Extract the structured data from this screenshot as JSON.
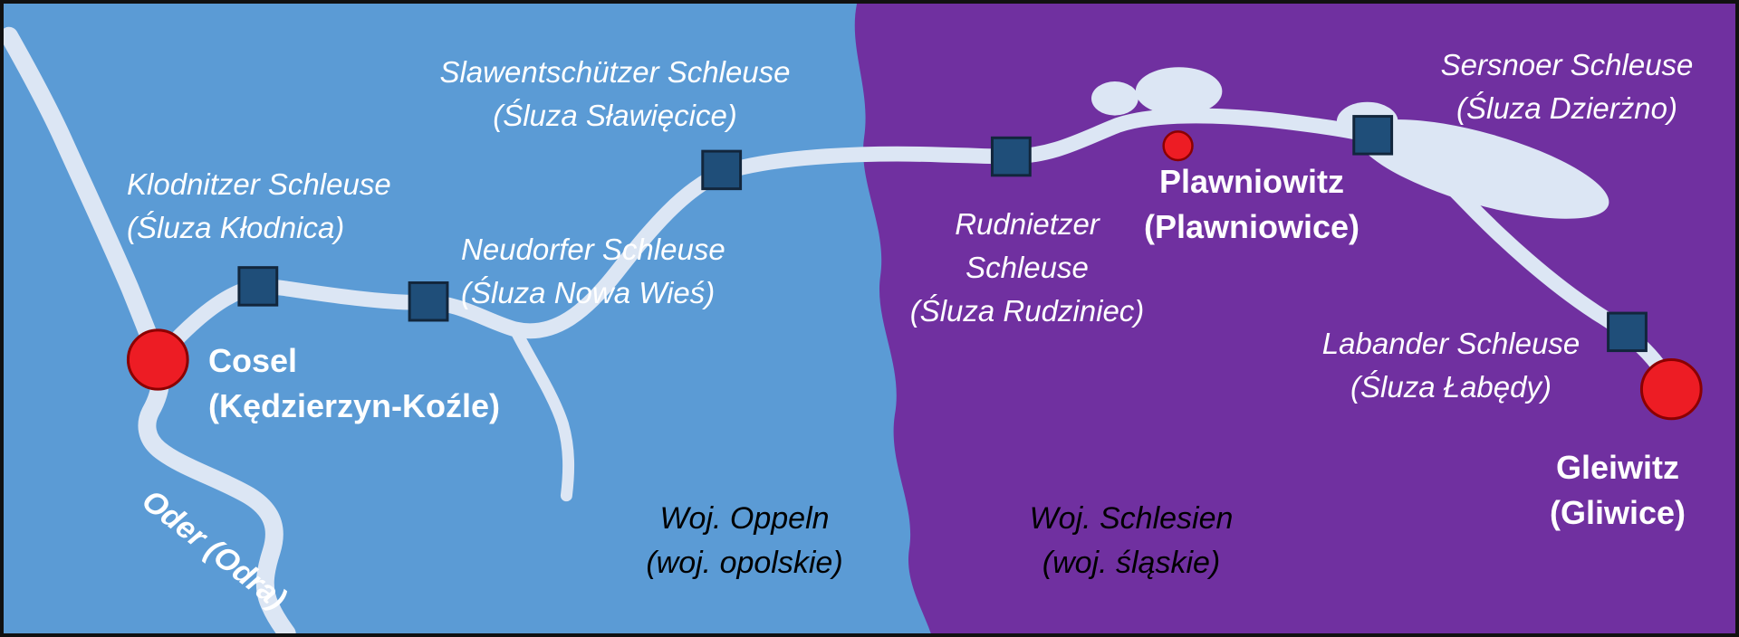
{
  "regions": {
    "oppeln": {
      "line1": "Woj. Oppeln",
      "line2": "(woj. opolskie)"
    },
    "schlesien": {
      "line1": "Woj. Schlesien",
      "line2": "(woj. śląskie)"
    }
  },
  "river": {
    "label": "Oder (Odra)"
  },
  "cities": {
    "cosel": {
      "line1": "Cosel",
      "line2": "(Kędzierzyn-Koźle)"
    },
    "plawniowitz": {
      "line1": "Plawniowitz",
      "line2": "(Plawniowice)"
    },
    "gleiwitz": {
      "line1": "Gleiwitz",
      "line2": "(Gliwice)"
    }
  },
  "locks": {
    "klodnitzer": {
      "line1": "Klodnitzer Schleuse",
      "line2": "(Śluza Kłodnica)"
    },
    "slawentschuetzer": {
      "line1": "Slawentschützer Schleuse",
      "line2": "(Śluza Sławięcice)"
    },
    "neudorfer": {
      "line1": "Neudorfer Schleuse",
      "line2": "(Śluza Nowa Wieś)"
    },
    "rudnietzer": {
      "line1": "Rudnietzer",
      "line2": "Schleuse",
      "line3": "(Śluza Rudziniec)"
    },
    "sersnoer": {
      "line1": "Sersnoer Schleuse",
      "line2": "(Śluza Dzierżno)"
    },
    "labander": {
      "line1": "Labander Schleuse",
      "line2": "(Śluza Łabędy)"
    }
  },
  "colors": {
    "region_oppeln_blue": "#5B9BD5",
    "region_schlesien_purple": "#7030A0",
    "water_light_blue": "#DCE6F4",
    "lock_marker_dark_blue": "#1F4E79",
    "lock_marker_outline": "#12263C",
    "city_marker_red": "#ED1C24",
    "city_marker_outline": "#8B0000",
    "map_border_black": "#111111"
  }
}
